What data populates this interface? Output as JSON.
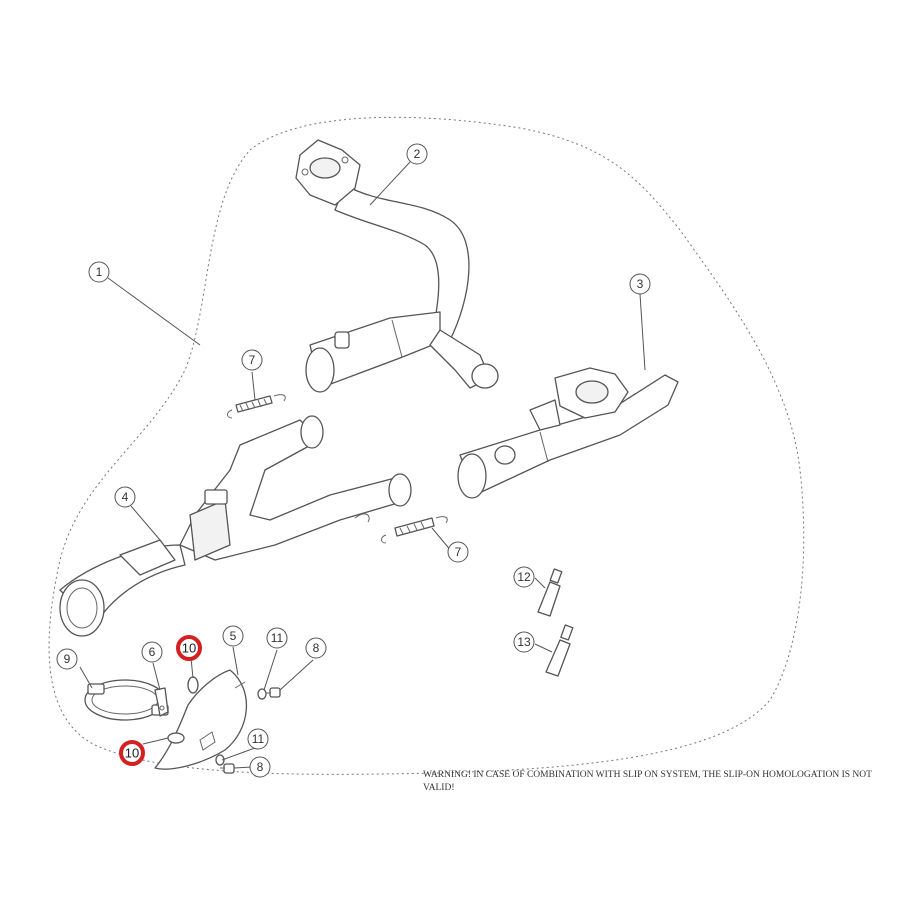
{
  "callouts": [
    {
      "id": "c1",
      "label": "1"
    },
    {
      "id": "c2",
      "label": "2"
    },
    {
      "id": "c3",
      "label": "3"
    },
    {
      "id": "c4",
      "label": "4"
    },
    {
      "id": "c5",
      "label": "5"
    },
    {
      "id": "c6",
      "label": "6"
    },
    {
      "id": "c7a",
      "label": "7"
    },
    {
      "id": "c7b",
      "label": "7"
    },
    {
      "id": "c8a",
      "label": "8"
    },
    {
      "id": "c8b",
      "label": "8"
    },
    {
      "id": "c9",
      "label": "9"
    },
    {
      "id": "c10a",
      "label": "10",
      "highlight_color": "#d42020"
    },
    {
      "id": "c10b",
      "label": "10",
      "highlight_color": "#d42020"
    },
    {
      "id": "c11a",
      "label": "11"
    },
    {
      "id": "c11b",
      "label": "11"
    },
    {
      "id": "c12",
      "label": "12"
    },
    {
      "id": "c13",
      "label": "13"
    }
  ],
  "warning_text": "WARNING! IN CASE OF COMBINATION WITH SLIP ON SYSTEM, THE SLIP-ON HOMOLOGATION IS NOT VALID!"
}
